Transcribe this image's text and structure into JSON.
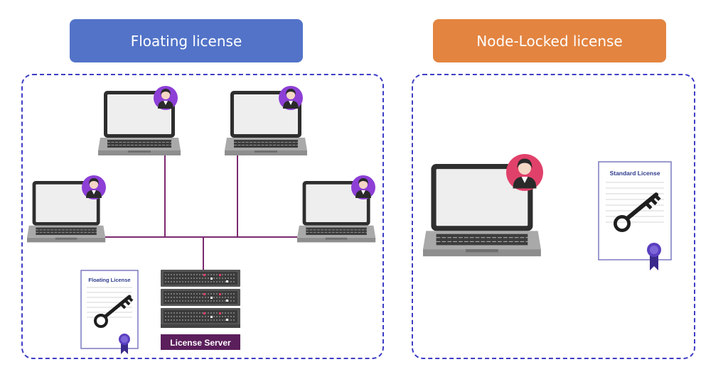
{
  "floating": {
    "title": "Floating license",
    "server_label": "License Server",
    "certificate_title": "Floating License",
    "user_count": 4
  },
  "node_locked": {
    "title": "Node-Locked license",
    "certificate_title": "Standard License",
    "user_count": 1
  },
  "colors": {
    "floating_banner": "#5273c8",
    "node_banner": "#e38440",
    "panel_border": "#3d3ec4",
    "network_line": "#7a2a6e",
    "server_label_bg": "#5b1f5c",
    "avatar_purple": "#8d3fd6",
    "avatar_pink": "#e0416a",
    "certificate_ribbon": "#5b3fc0"
  },
  "icons": [
    "laptop-icon",
    "user-avatar-icon",
    "server-rack-icon",
    "license-certificate-icon",
    "key-icon",
    "ribbon-seal-icon"
  ]
}
